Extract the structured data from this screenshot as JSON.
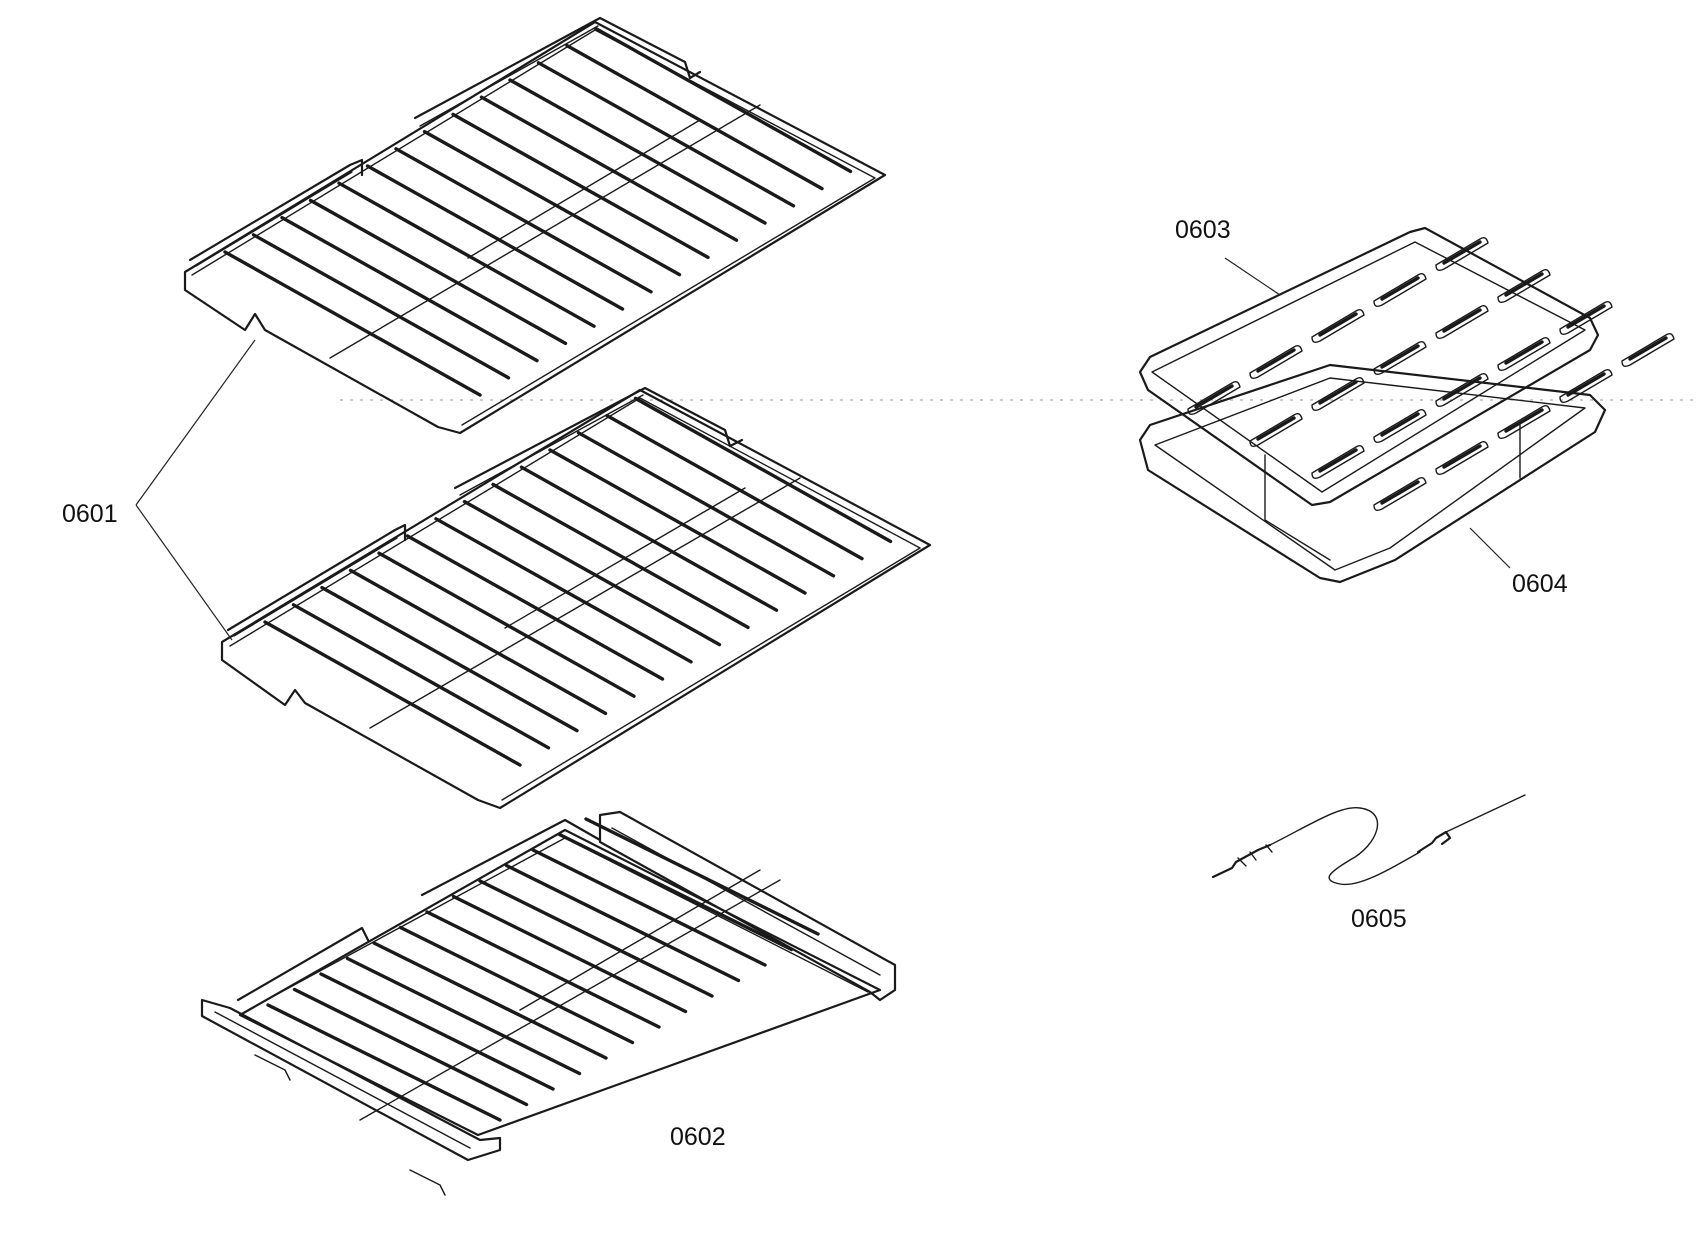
{
  "callouts": {
    "rack": "0601",
    "telescopic_rack": "0602",
    "broil_pan_insert": "0603",
    "broil_pan": "0604",
    "meat_probe": "0605"
  }
}
